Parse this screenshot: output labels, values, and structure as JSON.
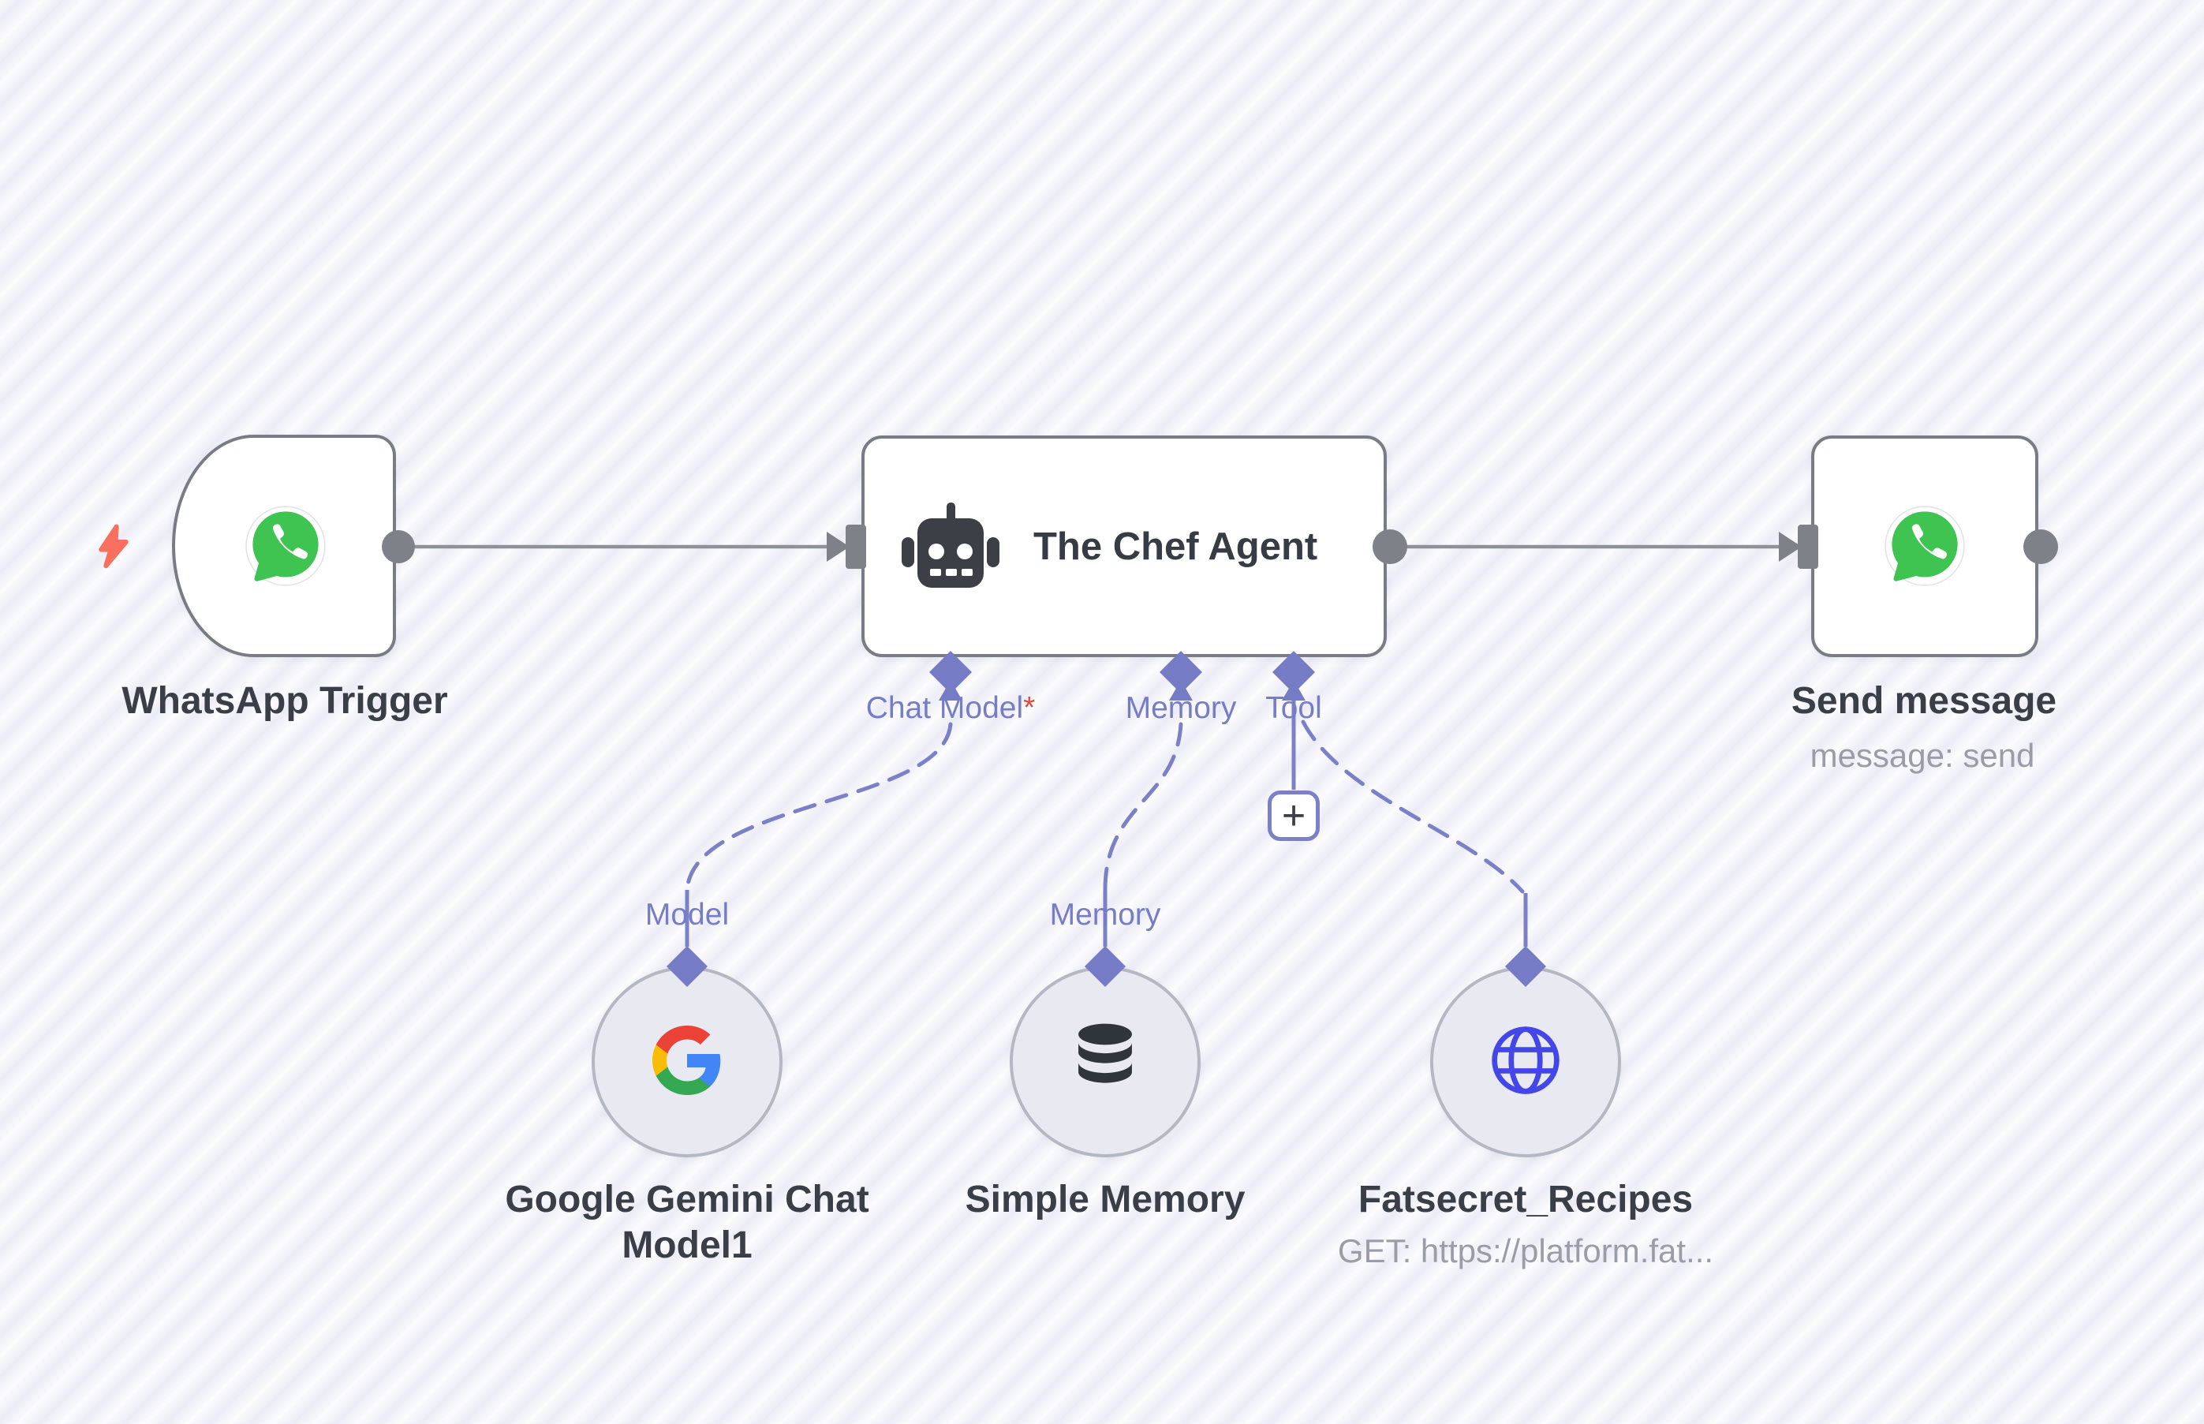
{
  "app": {
    "name": "n8n workflow canvas"
  },
  "colors": {
    "canvas_stripe_light": "#fcfcfe",
    "canvas_stripe_dark": "#ebecf5",
    "node_border": "#797c84",
    "connector_gray": "#7e8188",
    "connection_line_gray": "#8f9199",
    "connector_purple": "#7c81c7",
    "diamond_purple": "#767bc5",
    "label_dark": "#3a3e46",
    "label_muted": "#9a9da5",
    "port_label_purple": "#777cc6",
    "required_red": "#e04a41",
    "trigger_bolt_coral": "#f9705e",
    "whatsapp_green": "#3fc351",
    "globe_blue": "#4347e8"
  },
  "nodes": {
    "whatsapp_trigger": {
      "label": "WhatsApp Trigger"
    },
    "chef_agent": {
      "title": "The Chef Agent",
      "ports": {
        "chat_model": {
          "label": "Chat Model",
          "required_marker": "*"
        },
        "memory": {
          "label": "Memory"
        },
        "tool": {
          "label": "Tool"
        }
      }
    },
    "send_message": {
      "label": "Send message",
      "subtitle": "message: send"
    },
    "google_gemini": {
      "label": "Google Gemini Chat Model1",
      "port_label": "Model"
    },
    "simple_memory": {
      "label": "Simple Memory",
      "port_label": "Memory"
    },
    "fatsecret": {
      "label": "Fatsecret_Recipes",
      "subtitle": "GET: https://platform.fat..."
    }
  },
  "controls": {
    "add_tool_button": "+"
  }
}
